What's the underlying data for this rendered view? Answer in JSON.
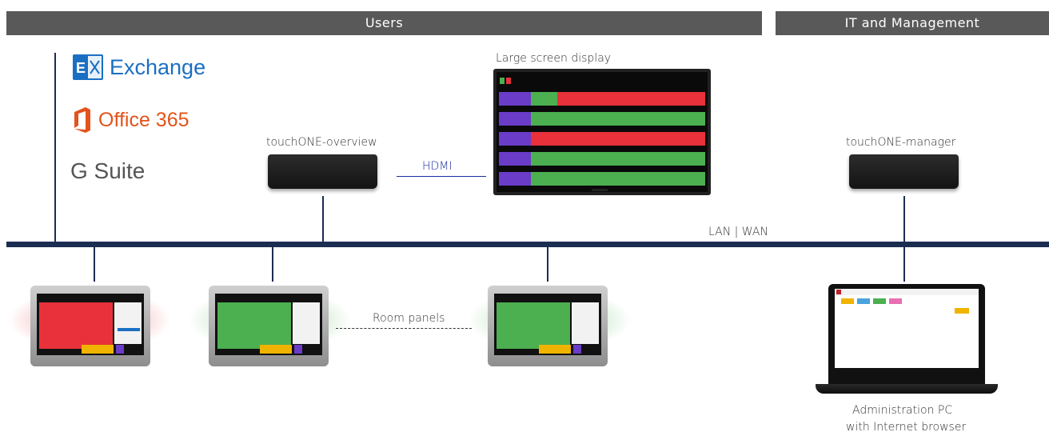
{
  "headers": {
    "users": "Users",
    "it_management": "IT and Management"
  },
  "logos": {
    "exchange": "Exchange",
    "office365": "Office 365",
    "gsuite": "G Suite"
  },
  "devices": {
    "overview": "touchONE-overview",
    "manager": "touchONE-manager",
    "large_screen": "Large screen display",
    "admin_pc_line1": "Administration PC",
    "admin_pc_line2": "with Internet browser"
  },
  "connections": {
    "hdmi": "HDMI",
    "lan_wan": "LAN | WAN",
    "room_panels": "Room panels"
  },
  "colors": {
    "bus": "#1c2d52",
    "header": "#595959",
    "busy": "#e8313a",
    "free": "#4caf50",
    "room": "#6a3cc7",
    "hdmi": "#1a2fa0"
  }
}
